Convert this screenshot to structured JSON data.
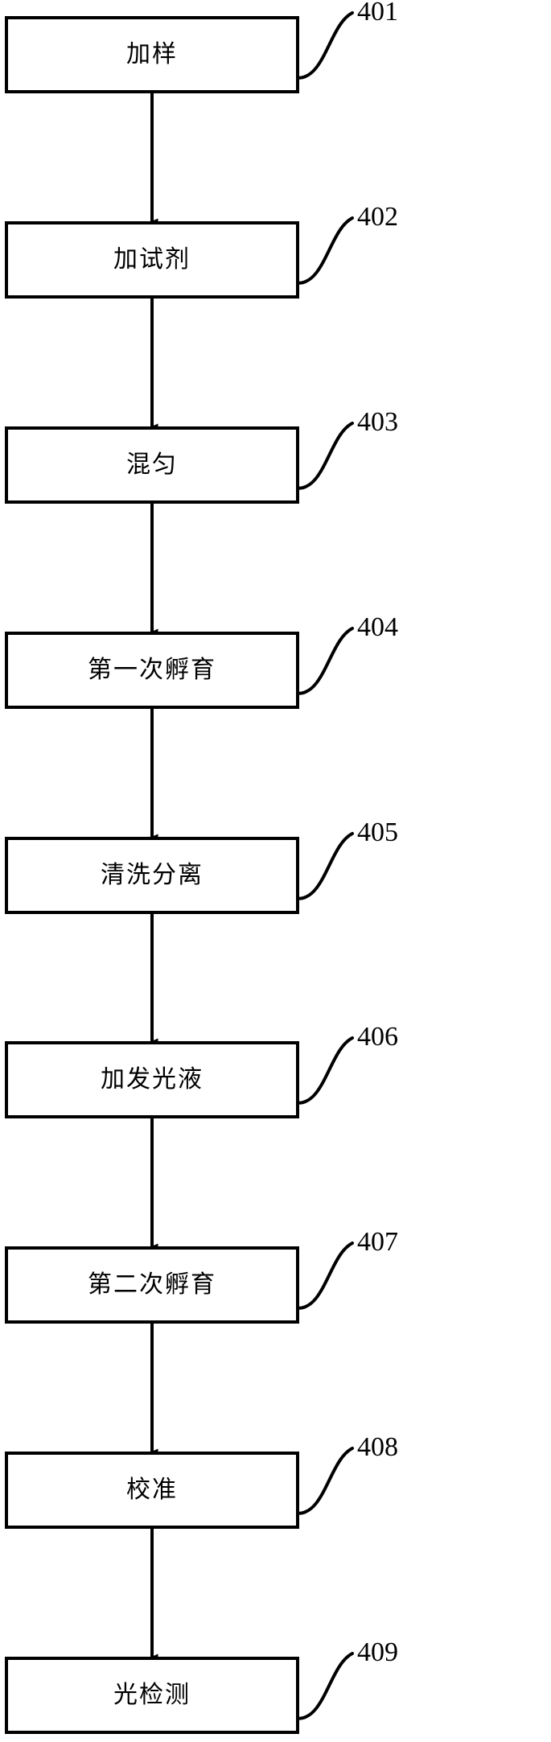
{
  "figure": {
    "type": "process-flowchart",
    "orientation": "vertical",
    "background_color": "#ffffff",
    "line_color": "#000000",
    "steps": [
      {
        "ref": "401",
        "label": "加样"
      },
      {
        "ref": "402",
        "label": "加试剂"
      },
      {
        "ref": "403",
        "label": "混匀"
      },
      {
        "ref": "404",
        "label": "第一次孵育"
      },
      {
        "ref": "405",
        "label": "清洗分离"
      },
      {
        "ref": "406",
        "label": "加发光液"
      },
      {
        "ref": "407",
        "label": "第二次孵育"
      },
      {
        "ref": "408",
        "label": "校准"
      },
      {
        "ref": "409",
        "label": "光检测"
      }
    ],
    "connectors": [
      {
        "from": "401",
        "to": "402",
        "kind": "arrow-down"
      },
      {
        "from": "402",
        "to": "403",
        "kind": "arrow-down"
      },
      {
        "from": "403",
        "to": "404",
        "kind": "arrow-down"
      },
      {
        "from": "404",
        "to": "405",
        "kind": "arrow-down"
      },
      {
        "from": "405",
        "to": "406",
        "kind": "arrow-down"
      },
      {
        "from": "406",
        "to": "407",
        "kind": "arrow-down"
      },
      {
        "from": "407",
        "to": "408",
        "kind": "arrow-down"
      },
      {
        "from": "408",
        "to": "409",
        "kind": "arrow-down"
      }
    ]
  }
}
